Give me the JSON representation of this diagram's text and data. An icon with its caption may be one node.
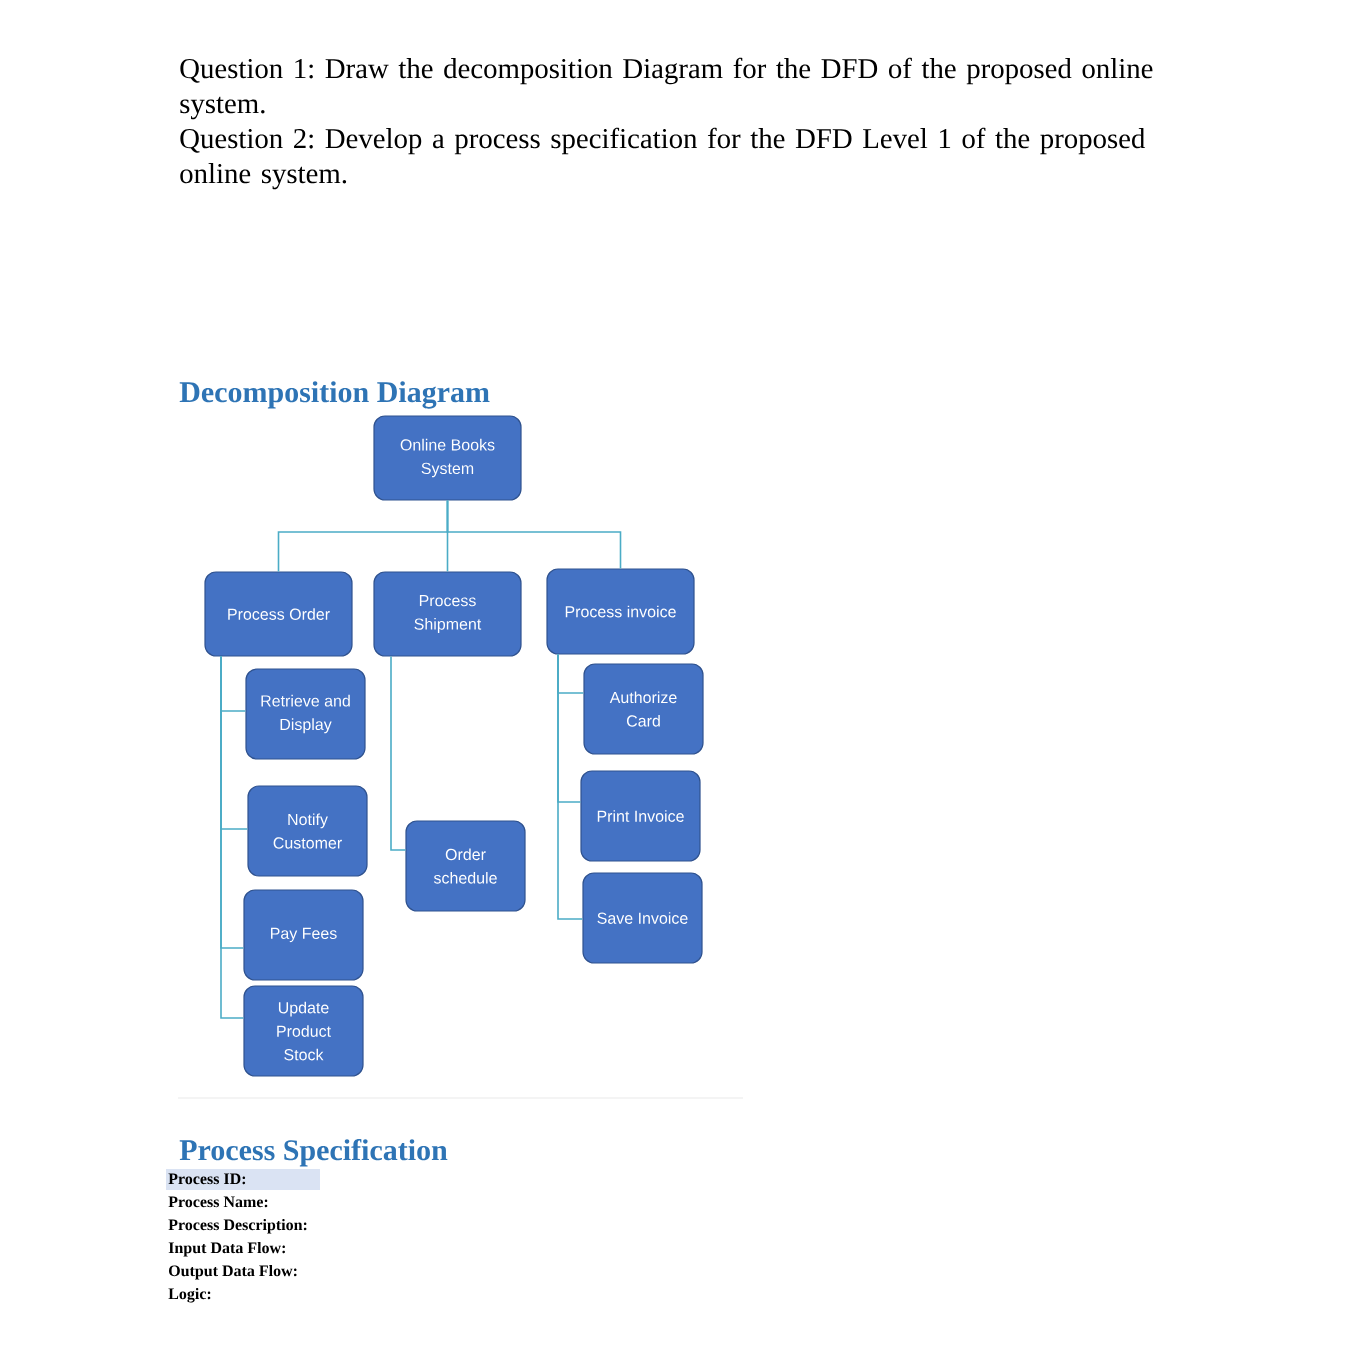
{
  "diagram": {
    "title": "Decomposition Diagram",
    "nodes": [
      {
        "text": [
          "Online Books System"
        ]
      },
      {
        "text": [
          "Process Order"
        ]
      },
      {
        "text": [
          "Process Shipment"
        ]
      },
      {
        "text": [
          "Process invoice"
        ]
      },
      {
        "text": [
          "Retrieve and Display"
        ]
      },
      {
        "text": [
          "Notify Customer"
        ]
      },
      {
        "text": [
          "Pay Fees"
        ]
      },
      {
        "text": [
          "Update Product Stock"
        ]
      },
      {
        "text": [
          "Order schedule"
        ]
      },
      {
        "text": [
          "Authorize Card"
        ]
      },
      {
        "text": [
          "Print Invoice"
        ]
      },
      {
        "text": [
          "Save Invoice"
        ]
      }
    ],
    "edges": [
      {
        "from": 0,
        "to": 1,
        "arrow": "none"
      },
      {
        "from": 0,
        "to": 2,
        "arrow": "none"
      },
      {
        "from": 0,
        "to": 3,
        "arrow": "none"
      },
      {
        "from": 1,
        "to": 4,
        "arrow": "none"
      },
      {
        "from": 1,
        "to": 5,
        "arrow": "none"
      },
      {
        "from": 1,
        "to": 6,
        "arrow": "none"
      },
      {
        "from": 1,
        "to": 7,
        "arrow": "none"
      },
      {
        "from": 2,
        "to": 8,
        "arrow": "none"
      },
      {
        "from": 3,
        "to": 9,
        "arrow": "none"
      },
      {
        "from": 3,
        "to": 10,
        "arrow": "none"
      },
      {
        "from": 3,
        "to": 11,
        "arrow": "none"
      }
    ],
    "labels": [
      "Question 1: Draw the decomposition Diagram for the DFD of the proposed online system.",
      "Question 2: Develop a process specification for the DFD Level 1 of the proposed online system.",
      "Process Specification",
      "Process ID:",
      "Process Name:",
      "Process Description:",
      "Input Data Flow:",
      "Output Data Flow:",
      "Logic:"
    ]
  }
}
